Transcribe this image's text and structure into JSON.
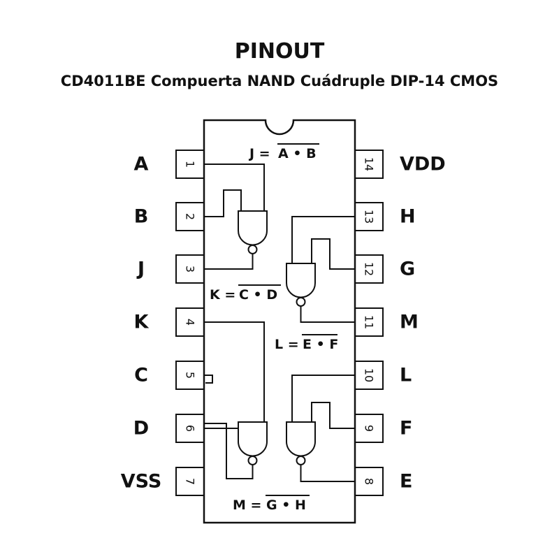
{
  "header": {
    "title": "PINOUT",
    "subtitle": "CD4011BE Compuerta NAND Cuádruple DIP-14 CMOS"
  },
  "pins_left": [
    {
      "num": "1",
      "label": "A"
    },
    {
      "num": "2",
      "label": "B"
    },
    {
      "num": "3",
      "label": "J"
    },
    {
      "num": "4",
      "label": "K"
    },
    {
      "num": "5",
      "label": "C"
    },
    {
      "num": "6",
      "label": "D"
    },
    {
      "num": "7",
      "label": "VSS"
    }
  ],
  "pins_right": [
    {
      "num": "14",
      "label": "VDD"
    },
    {
      "num": "13",
      "label": "H"
    },
    {
      "num": "12",
      "label": "G"
    },
    {
      "num": "11",
      "label": "M"
    },
    {
      "num": "10",
      "label": "L"
    },
    {
      "num": "9",
      "label": "F"
    },
    {
      "num": "8",
      "label": "E"
    }
  ],
  "equations": {
    "j": {
      "lhs": "J =",
      "rhs": "A • B"
    },
    "k": {
      "lhs": "K =",
      "rhs": "C • D"
    },
    "l": {
      "lhs": "L =",
      "rhs": "E • F"
    },
    "m": {
      "lhs": "M =",
      "rhs": "G • H"
    }
  }
}
